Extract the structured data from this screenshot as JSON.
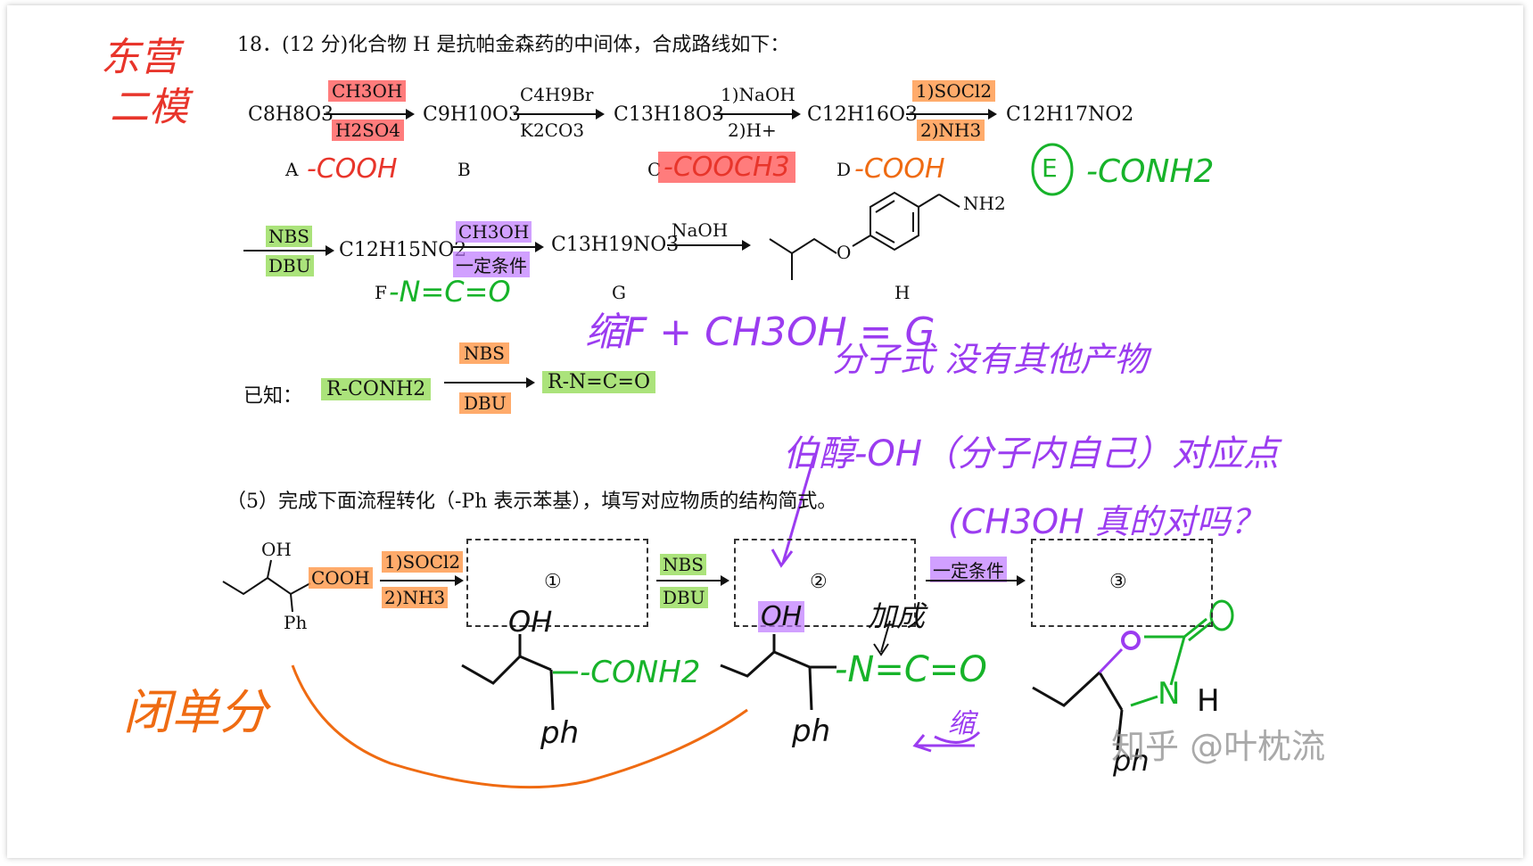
{
  "annotations": {
    "top_left_red": [
      "东营",
      "二模"
    ],
    "A_group": "-COOH",
    "C_group": "-COOCH3",
    "D_group": "-COOH",
    "E_label": "E",
    "E_group": "-CONH2",
    "F_group": "-N=C=O",
    "purple_line1": "缩F + CH3OH = G",
    "purple_line2": "分子式  没有其他产物",
    "purple_note1": "伯醇-OH（分子内自己）对应点",
    "purple_note2": "(CH3OH 真的对吗？",
    "add_reaction": "加成",
    "bottom_left_orange": "闭单分",
    "small_purple": "缩",
    "prod1_oh": "OH",
    "prod1_group": "-CONH2",
    "prod1_ph": "ph",
    "prod2_oh": "OH",
    "prod2_group": "-N=C=O",
    "prod2_ph": "ph",
    "prod3_ph": "ph",
    "prod3_nh": "N",
    "prod3_h": "H",
    "prod3_o": "O"
  },
  "problem": {
    "header": "18．(12 分)化合物 H 是抗帕金森药的中间体，合成路线如下：",
    "row1": {
      "compounds": [
        "C8H8O3",
        "C9H10O3",
        "C13H18O3",
        "C12H16O3",
        "C12H17NO2"
      ],
      "reagents": [
        {
          "top": "CH3OH",
          "bottom": "H2SO4"
        },
        {
          "top": "C4H9Br",
          "bottom": "K2CO3"
        },
        {
          "top": "1)NaOH",
          "bottom": "2)H+"
        },
        {
          "top": "1)SOCl2",
          "bottom": "2)NH3"
        }
      ],
      "labels": [
        "A",
        "B",
        "C",
        "D"
      ]
    },
    "row2": {
      "compounds": [
        "C12H15NO2",
        "C13H19NO3"
      ],
      "reagents": [
        {
          "top": "NBS",
          "bottom": "DBU"
        },
        {
          "top": "CH3OH",
          "bottom": "一定条件"
        },
        {
          "top": "NaOH",
          "bottom": ""
        }
      ],
      "labels": [
        "F",
        "G",
        "H"
      ],
      "h_groups": [
        "NH2",
        "O"
      ]
    },
    "known": {
      "label": "已知：",
      "reactant": "R-CONH2",
      "reagent_top": "NBS",
      "reagent_bottom": "DBU",
      "product": "R-N=C=O"
    },
    "q5": {
      "text": "（5）完成下面流程转化（-Ph 表示苯基），填写对应物质的结构简式。",
      "start_oh": "OH",
      "start_cooh": "COOH",
      "start_ph": "Ph",
      "reagents": [
        {
          "top": "1)SOCl2",
          "bottom": "2)NH3"
        },
        {
          "top": "NBS",
          "bottom": "DBU"
        },
        {
          "top": "一定条件",
          "bottom": ""
        }
      ],
      "boxes": [
        "①",
        "②",
        "③"
      ]
    }
  },
  "watermark": "知乎 @叶枕流",
  "colors": {
    "red": "#e8352b",
    "green": "#17b32a",
    "purple": "#9b3cf0",
    "orange": "#ef6b12",
    "black": "#111111"
  }
}
